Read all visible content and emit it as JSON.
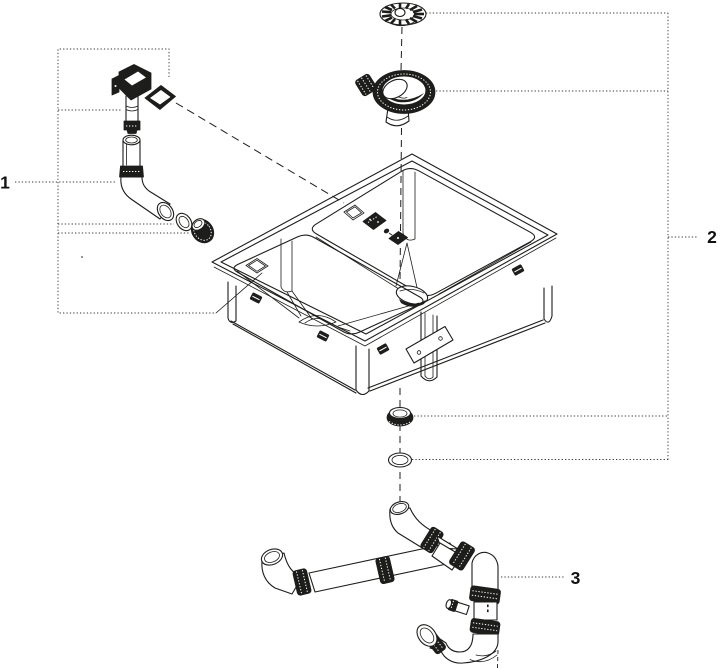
{
  "figure": {
    "type": "exploded-parts-diagram",
    "subject": "kitchen sink with overflow, strainer waste and siphon trap",
    "background_color": "#ffffff",
    "line_color": "#1d1d1b"
  },
  "callouts": [
    {
      "number": "1",
      "part": "overflow-assembly"
    },
    {
      "number": "2",
      "part": "strainer-waste-set"
    },
    {
      "number": "3",
      "part": "siphon-trap-assembly"
    }
  ],
  "parts": [
    {
      "name": "strainer-plug",
      "group": "2"
    },
    {
      "name": "basket-strainer",
      "group": "2"
    },
    {
      "name": "overflow-cover",
      "group": "1"
    },
    {
      "name": "overflow-gasket",
      "group": "1"
    },
    {
      "name": "overflow-pipe",
      "group": "1"
    },
    {
      "name": "overflow-elbow",
      "group": "1"
    },
    {
      "name": "seal-ring",
      "group": "1"
    },
    {
      "name": "union-nut",
      "group": "1"
    },
    {
      "name": "double-bowl-sink",
      "group": ""
    },
    {
      "name": "locking-ring",
      "group": "2"
    },
    {
      "name": "gasket-ring",
      "group": "2"
    },
    {
      "name": "siphon-trap",
      "group": "3"
    }
  ]
}
